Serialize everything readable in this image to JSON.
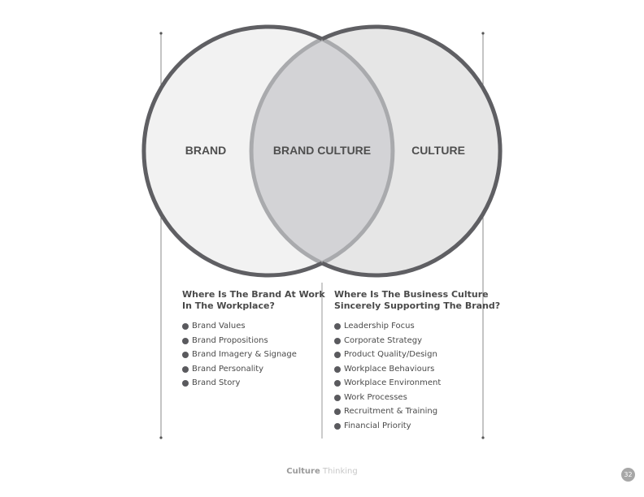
{
  "diagram": {
    "left_circle_label": "BRAND",
    "overlap_label": "BRAND CULTURE",
    "right_circle_label": "CULTURE"
  },
  "left_column": {
    "heading_line1": "Where Is The Brand At Work",
    "heading_line2": "In The Workplace?",
    "items": [
      "Brand Values",
      "Brand Propositions",
      "Brand Imagery & Signage",
      "Brand Personality",
      "Brand Story"
    ]
  },
  "right_column": {
    "heading_line1": "Where Is The Business Culture",
    "heading_line2": "Sincerely Supporting The Brand?",
    "items": [
      "Leadership Focus",
      "Corporate Strategy",
      "Product Quality/Design",
      "Workplace Behaviours",
      "Workplace Environment",
      "Work Processes",
      "Recruitment & Training",
      "Financial Priority"
    ]
  },
  "footer": {
    "title_strong": "Culture",
    "title_light": "Thinking",
    "page_number": "32"
  },
  "colors": {
    "circle_outline": "#5f5f63",
    "overlap_outline": "#a9aaad",
    "left_fill": "#f2f2f2",
    "right_fill": "#e6e6e6",
    "overlap_fill": "#d3d3d6",
    "label_text": "#4f4f4f"
  }
}
